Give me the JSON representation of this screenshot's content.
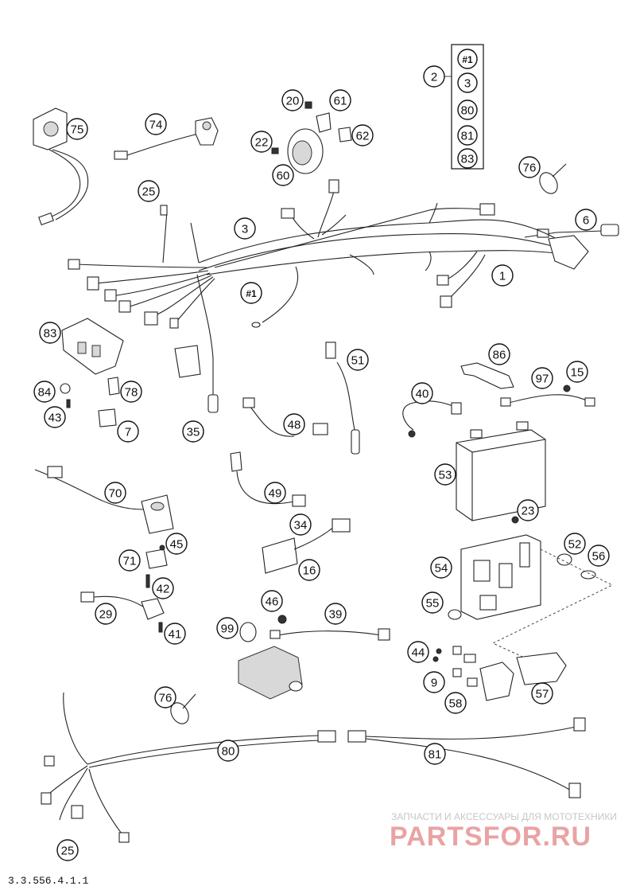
{
  "callouts": [
    "75",
    "74",
    "25",
    "20",
    "61",
    "62",
    "22",
    "60",
    "2",
    "#1",
    "3",
    "80",
    "81",
    "83",
    "76",
    "6",
    "3",
    "1",
    "#1",
    "83",
    "84",
    "78",
    "43",
    "7",
    "35",
    "51",
    "86",
    "97",
    "15",
    "40",
    "48",
    "53",
    "70",
    "49",
    "34",
    "16",
    "23",
    "71",
    "45",
    "42",
    "52",
    "56",
    "54",
    "29",
    "41",
    "46",
    "39",
    "99",
    "55",
    "44",
    "9",
    "58",
    "57",
    "76",
    "80",
    "81",
    "25"
  ],
  "kit_box": [
    "#1",
    "3",
    "80",
    "81",
    "83"
  ],
  "watermark": {
    "tagline": "ЗАПЧАСТИ И АКСЕССУАРЫ ДЛЯ МОТОТЕХНИКИ",
    "brand": "PARTSFOR.RU"
  },
  "drawing_code": "3.3.556.4.1.1"
}
